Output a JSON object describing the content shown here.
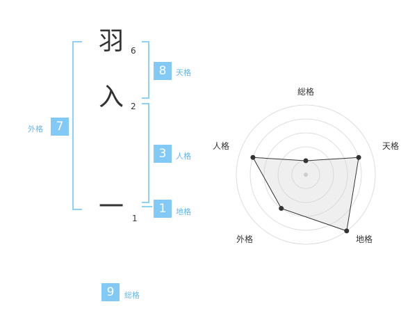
{
  "name_chars": [
    {
      "char": "羽",
      "strokes": "6"
    },
    {
      "char": "入",
      "strokes": "2"
    },
    {
      "char": "一",
      "strokes": "1"
    }
  ],
  "kakusu": {
    "tenkaku": {
      "value": "8",
      "label": "天格"
    },
    "jinkaku": {
      "value": "3",
      "label": "人格"
    },
    "chikaku": {
      "value": "1",
      "label": "地格"
    },
    "gaikaku": {
      "value": "7",
      "label": "外格"
    },
    "soukaku": {
      "value": "9",
      "label": "総格"
    }
  },
  "colors": {
    "accent": "#82c9f5",
    "bracket": "#8fd0f7",
    "label": "#66b6e8"
  },
  "chart_data": {
    "type": "radar",
    "axes": [
      "総格",
      "天格",
      "地格",
      "外格",
      "人格"
    ],
    "range": [
      0,
      5
    ],
    "values": [
      1,
      4,
      5,
      3,
      4
    ],
    "grid_levels": 5
  }
}
